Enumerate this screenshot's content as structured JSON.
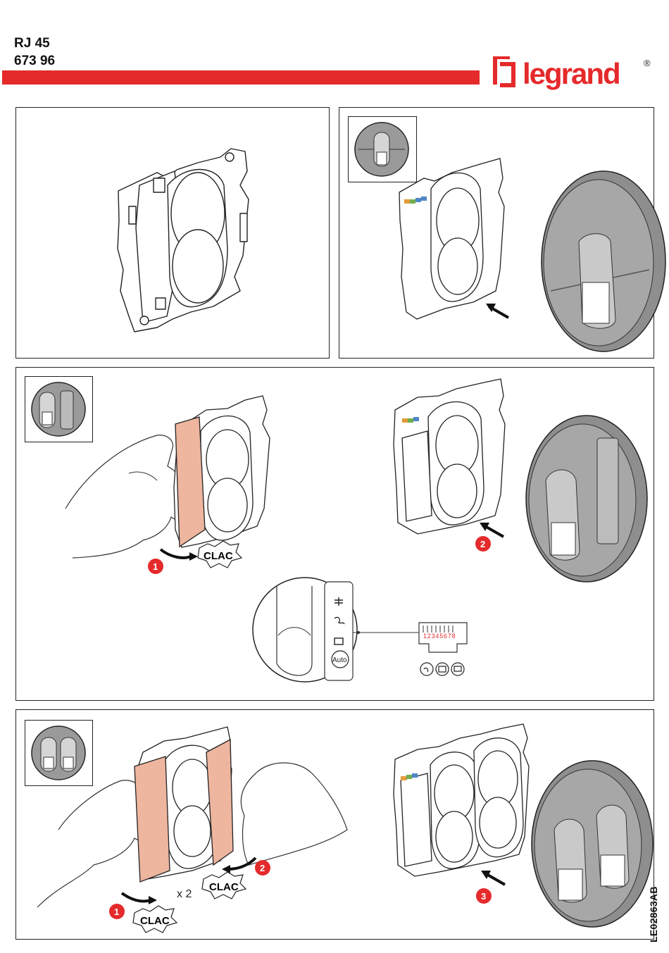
{
  "header": {
    "product_line1": "RJ 45",
    "product_line2": "673 96",
    "brand": "legrand",
    "registered": "®",
    "accent_color": "#e52a2b"
  },
  "panel3": {
    "step1_number": "1",
    "step1_sound": "CLAC",
    "step2_number": "2",
    "detail": {
      "auto_label": "Auto",
      "pin_numbers": "12345678"
    }
  },
  "panel4": {
    "step1_number": "1",
    "step1_sound": "CLAC",
    "step2_number": "2",
    "step2_sound": "CLAC",
    "multiplier": "x 2",
    "step3_number": "3"
  },
  "footer": {
    "doc_id": "LE02863AB"
  },
  "icons": [
    "legrand-logo-icon",
    "hand-icon",
    "arrow-icon",
    "phone-icon",
    "tv-icon",
    "computer-icon",
    "round-cover-icon",
    "mechanism-icon"
  ]
}
